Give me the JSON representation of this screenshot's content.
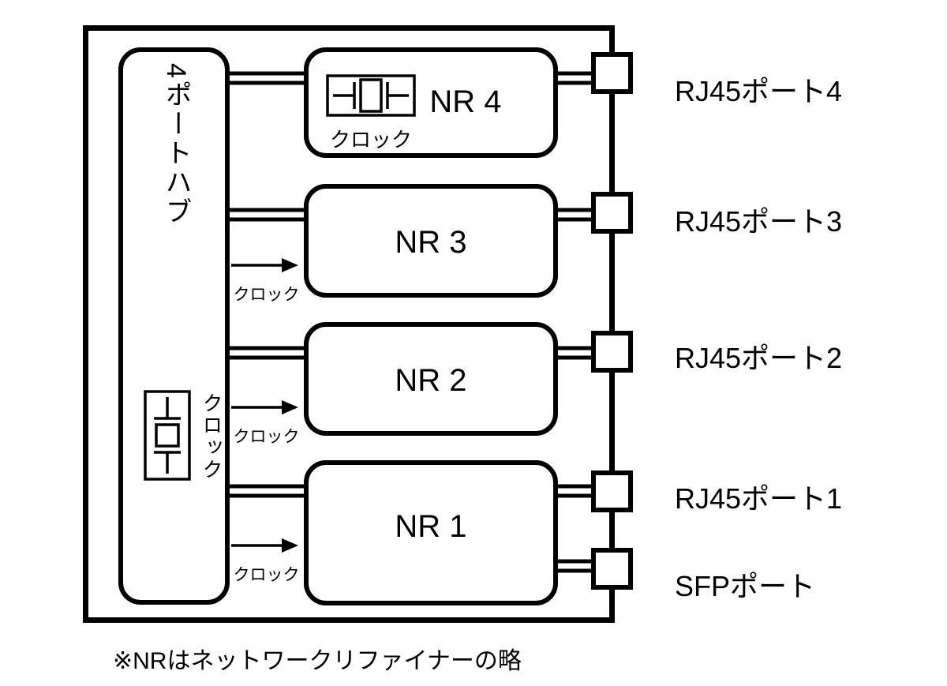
{
  "diagram": {
    "hub": {
      "label": "4ポートハブ",
      "clock_label": "クロック",
      "icon": "crystal-oscillator-icon"
    },
    "nr_units": [
      {
        "label": "NR 4",
        "clock_label": "クロック",
        "icon": "crystal-oscillator-icon"
      },
      {
        "label": "NR 3"
      },
      {
        "label": "NR 2"
      },
      {
        "label": "NR 1"
      }
    ],
    "clock_arrows": [
      {
        "label": "クロック",
        "target": "NR 3"
      },
      {
        "label": "クロック",
        "target": "NR 2"
      },
      {
        "label": "クロック",
        "target": "NR 1"
      }
    ],
    "ports": [
      {
        "label": "RJ45ポート4"
      },
      {
        "label": "RJ45ポート3"
      },
      {
        "label": "RJ45ポート2"
      },
      {
        "label": "RJ45ポート1"
      },
      {
        "label": "SFPポート"
      }
    ],
    "footnote": "※NRはネットワークリファイナーの略",
    "colors": {
      "line": "#000000",
      "background": "#ffffff"
    }
  }
}
